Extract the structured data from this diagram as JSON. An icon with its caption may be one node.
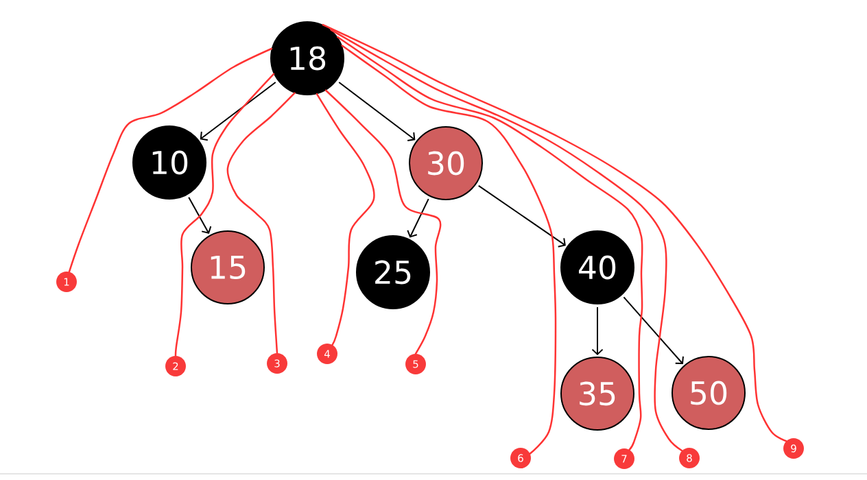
{
  "diagram": {
    "nodes": [
      {
        "text": [
          "18"
        ]
      },
      {
        "text": [
          "10"
        ]
      },
      {
        "text": [
          "30"
        ]
      },
      {
        "text": [
          "15"
        ]
      },
      {
        "text": [
          "25"
        ]
      },
      {
        "text": [
          "40"
        ]
      },
      {
        "text": [
          "35"
        ]
      },
      {
        "text": [
          "50"
        ]
      },
      {
        "text": [
          "1"
        ]
      },
      {
        "text": [
          "2"
        ]
      },
      {
        "text": [
          "3"
        ]
      },
      {
        "text": [
          "4"
        ]
      },
      {
        "text": [
          "5"
        ]
      },
      {
        "text": [
          "6"
        ]
      },
      {
        "text": [
          "7"
        ]
      },
      {
        "text": [
          "8"
        ]
      },
      {
        "text": [
          "9"
        ]
      }
    ],
    "edges": [
      {
        "from": 0,
        "to": 1,
        "arrow": "to",
        "color": "#000000"
      },
      {
        "from": 0,
        "to": 2,
        "arrow": "to",
        "color": "#000000"
      },
      {
        "from": 1,
        "to": 3,
        "arrow": "to",
        "color": "#000000"
      },
      {
        "from": 2,
        "to": 4,
        "arrow": "to",
        "color": "#000000"
      },
      {
        "from": 2,
        "to": 5,
        "arrow": "to",
        "color": "#000000"
      },
      {
        "from": 5,
        "to": 6,
        "arrow": "to",
        "color": "#000000"
      },
      {
        "from": 5,
        "to": 7,
        "arrow": "to",
        "color": "#000000"
      },
      {
        "from": 0,
        "to": 8,
        "arrow": "none",
        "color": "#ff3333"
      },
      {
        "from": 0,
        "to": 9,
        "arrow": "none",
        "color": "#ff3333"
      },
      {
        "from": 0,
        "to": 10,
        "arrow": "none",
        "color": "#ff3333"
      },
      {
        "from": 0,
        "to": 11,
        "arrow": "none",
        "color": "#ff3333"
      },
      {
        "from": 0,
        "to": 12,
        "arrow": "none",
        "color": "#ff3333"
      },
      {
        "from": 0,
        "to": 13,
        "arrow": "none",
        "color": "#ff3333"
      },
      {
        "from": 0,
        "to": 14,
        "arrow": "none",
        "color": "#ff3333"
      },
      {
        "from": 0,
        "to": 15,
        "arrow": "none",
        "color": "#ff3333"
      },
      {
        "from": 0,
        "to": 16,
        "arrow": "none",
        "color": "#ff3333"
      }
    ]
  }
}
